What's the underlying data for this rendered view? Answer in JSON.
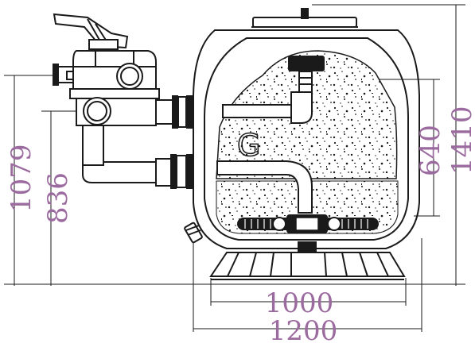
{
  "dimensions": {
    "base_width": "1000",
    "total_width": "1200",
    "height_1079": "1079",
    "height_836": "836",
    "height_640": "640",
    "height_1410": "1410"
  },
  "colors": {
    "dimension_text": "#9b6a9f",
    "ink": "#1a1a1a",
    "background": "#ffffff"
  },
  "icons": {
    "tank_logo": "G"
  }
}
